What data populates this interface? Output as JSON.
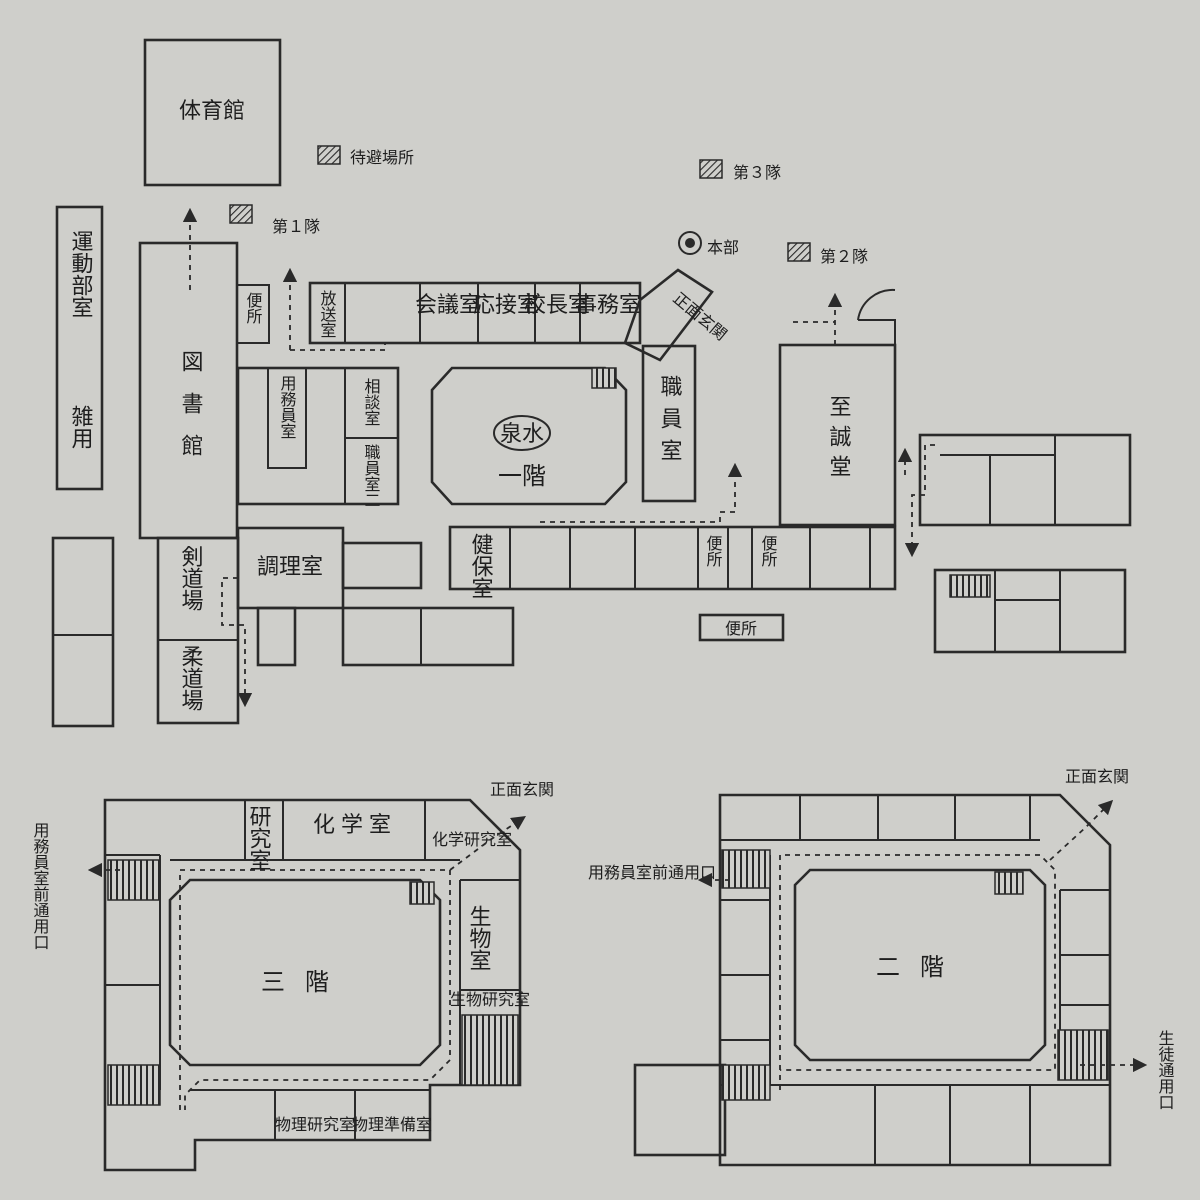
{
  "floor1": {
    "gym": "体育館",
    "club_room": "運動部室",
    "storage": "雑用",
    "library": "図書館",
    "toilet": "便所",
    "broadcast_room": "放送室",
    "meeting_room": "会議室",
    "reception_room": "応接室",
    "principal_room": "校長室",
    "office": "事務室",
    "front_entrance": "正面玄関",
    "custodian_room": "用務員室",
    "consultation_room": "相談室",
    "staff_room2": "職員室二",
    "fountain": "泉水",
    "floor_label": "一階",
    "staff_room": "職員室",
    "shiseido": "至誠堂",
    "health_room": "健保室",
    "kendo_hall": "剣道場",
    "judo_hall": "柔道場",
    "cooking_room": "調理室"
  },
  "legend": {
    "waiting_place": "待避場所",
    "squad1": "第１隊",
    "squad2": "第２隊",
    "squad3": "第３隊",
    "headquarters": "本部"
  },
  "floor3": {
    "floor_label": "三階",
    "research_room": "研究室",
    "chemistry_room": "化学室",
    "chemistry_research": "化学研究室",
    "front_entrance": "正面玄関",
    "custodian_entrance": "用務員室前通用口",
    "biology_room": "生物室",
    "biology_research": "生物研究室",
    "physics_research": "物理研究室",
    "physics_prep": "物理準備室"
  },
  "floor2": {
    "floor_label": "二階",
    "front_entrance": "正面玄関",
    "custodian_entrance": "用務員室前通用口",
    "student_entrance": "生徒通用口"
  }
}
